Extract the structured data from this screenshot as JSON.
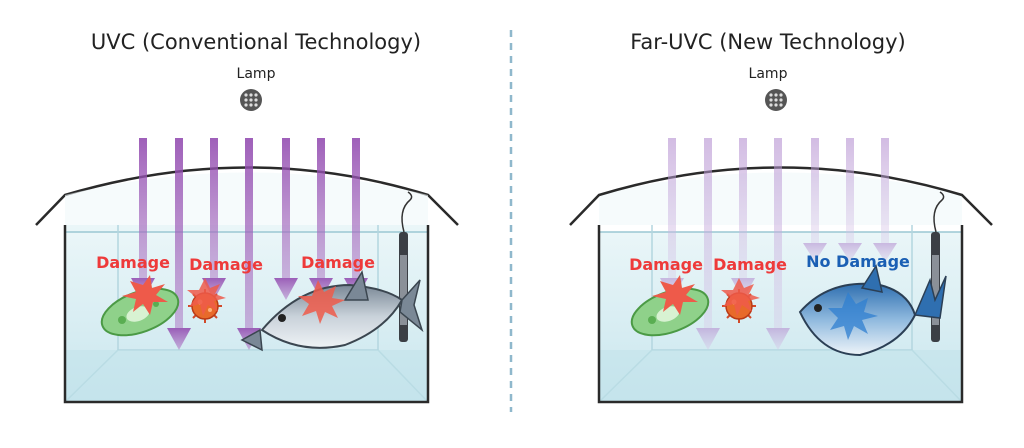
{
  "left_panel": {
    "title": "UVC (Conventional Technology)",
    "lamp_label": "Lamp",
    "labels": [
      "Damage",
      "Damage",
      "Damage"
    ]
  },
  "right_panel": {
    "title": "Far-UVC (New Technology)",
    "lamp_label": "Lamp",
    "labels": [
      "Damage",
      "Damage",
      "No Damage"
    ]
  },
  "colors": {
    "damage": "#ee3a3a",
    "no_damage": "#1a5fb4",
    "uvc_ray": "#9b59b6",
    "far_uvc_ray": "#c7a7dd",
    "water": "#d8eef3",
    "divider": "#8fb8cc"
  },
  "icons": [
    "lamp-icon",
    "bacterium-icon",
    "virus-icon",
    "fish-icon",
    "heater-icon"
  ]
}
